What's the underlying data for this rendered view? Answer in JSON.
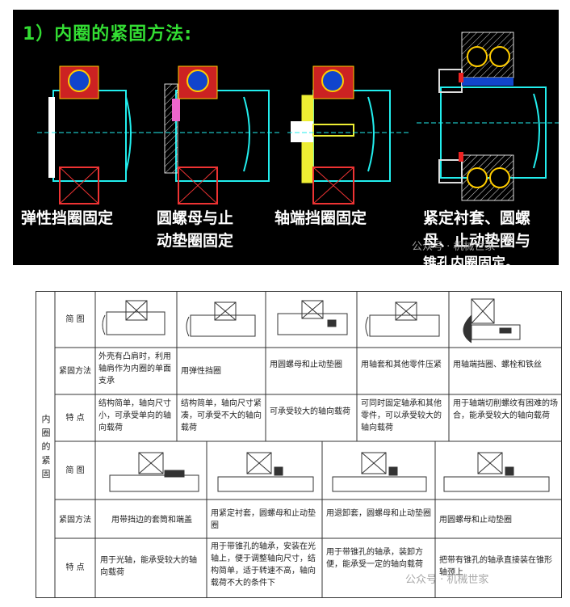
{
  "panel": {
    "title": "1）内圈的紧固方法:",
    "captions": [
      {
        "line1": "弹性挡圈固定",
        "line2": ""
      },
      {
        "line1": "圆螺母与止",
        "line2": "动垫圈固定"
      },
      {
        "line1": "轴端挡圈固定",
        "line2": ""
      },
      {
        "line1": "紧定衬套、圆螺",
        "line2": "母、止动垫圈与",
        "line3": "锥孔内圈固定。"
      }
    ],
    "watermark": "公众号 · 机械世家"
  },
  "table": {
    "group_label": "内圈的紧固",
    "row_labels": {
      "sketch": "简  图",
      "method": "紧固方法",
      "feature": "特  点"
    },
    "top": {
      "methods": [
        "外壳有凸肩时，利用轴肩作为内圈的单面支承",
        "用弹性挡圈",
        "用圆螺母和止动垫圈",
        "用轴套和其他零件压紧",
        "用轴端挡圈、螺栓和铁丝"
      ],
      "features": [
        "结构简单，轴向尺寸小，可承受单向的轴向载荷",
        "结构简单，轴向尺寸紧凑，可承受不大的轴向载荷",
        "可承受较大的轴向载荷",
        "可同时固定轴承和其他零件，可以承受较大的轴向载荷",
        "用于轴端切削螺纹有困难的场合，能承受较大的轴向载荷"
      ]
    },
    "bottom": {
      "methods": [
        "用带挡边的套筒和端盖",
        "用紧定衬套，圆螺母和止动垫圈",
        "用退卸套，圆螺母和止动垫圈",
        "用圆螺母和止动垫圈"
      ],
      "features": [
        "用于光轴，能承受较大的轴向载荷",
        "用于带锥孔的轴承，安装在光轴上，便于调整轴向尺寸，结构简单，适于转速不高，轴向载荷不大的条件下",
        "用于带锥孔的轴承，装卸方便，能承受一定的轴向载荷",
        "把带有锥孔的轴承直接装在锥形轴颈上"
      ]
    },
    "watermark": "公众号 · 机械世家"
  }
}
